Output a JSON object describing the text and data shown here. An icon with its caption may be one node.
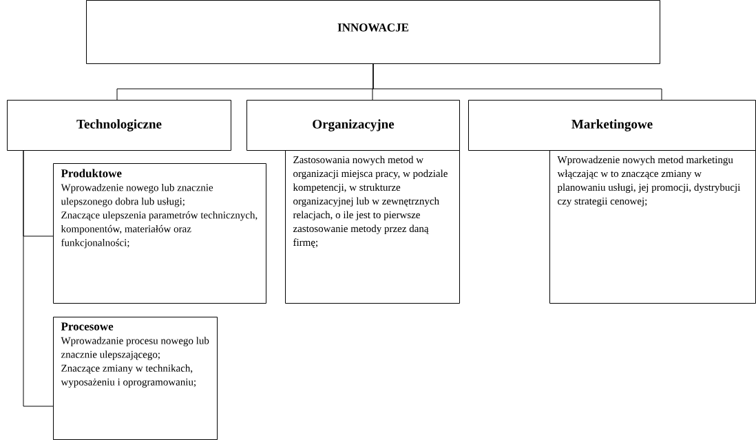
{
  "diagram": {
    "nodes": [
      {
        "text": [
          "INNOWACJE"
        ]
      },
      {
        "text": [
          "Technologiczne"
        ]
      },
      {
        "text": [
          "Organizacyjne"
        ]
      },
      {
        "text": [
          "Marketingowe"
        ]
      },
      {
        "text": [
          "Zastosowania nowych metod w organizacji miejsca pracy, w podziale kompetencji, w strukturze organizacyjnej lub w zewnętrznych relacjach, o ile jest to pierwsze zastosowanie metody przez daną firmę;"
        ]
      },
      {
        "text": [
          "Wprowadzenie nowych metod marketingu włączając w to znaczące zmiany w planowaniu usługi, jej promocji, dystrybucji czy strategii cenowej;"
        ]
      },
      {
        "text": [
          "Produktowe",
          "Wprowadzenie nowego lub znacznie ulepszonego dobra lub usługi;",
          "Znaczące ulepszenia parametrów technicznych, komponentów, materiałów oraz funkcjonalności;"
        ]
      },
      {
        "text": [
          "Procesowe",
          "Wprowadzanie procesu nowego lub znacznie ulepszającego;",
          "Znaczące zmiany w technikach, wyposażeniu i oprogramowaniu;"
        ]
      }
    ],
    "edges": [
      {
        "from": 0,
        "to": 1,
        "arrow": "none"
      },
      {
        "from": 0,
        "to": 2,
        "arrow": "none"
      },
      {
        "from": 0,
        "to": 3,
        "arrow": "none"
      },
      {
        "from": 1,
        "to": 6,
        "arrow": "none"
      },
      {
        "from": 1,
        "to": 7,
        "arrow": "none"
      }
    ]
  }
}
